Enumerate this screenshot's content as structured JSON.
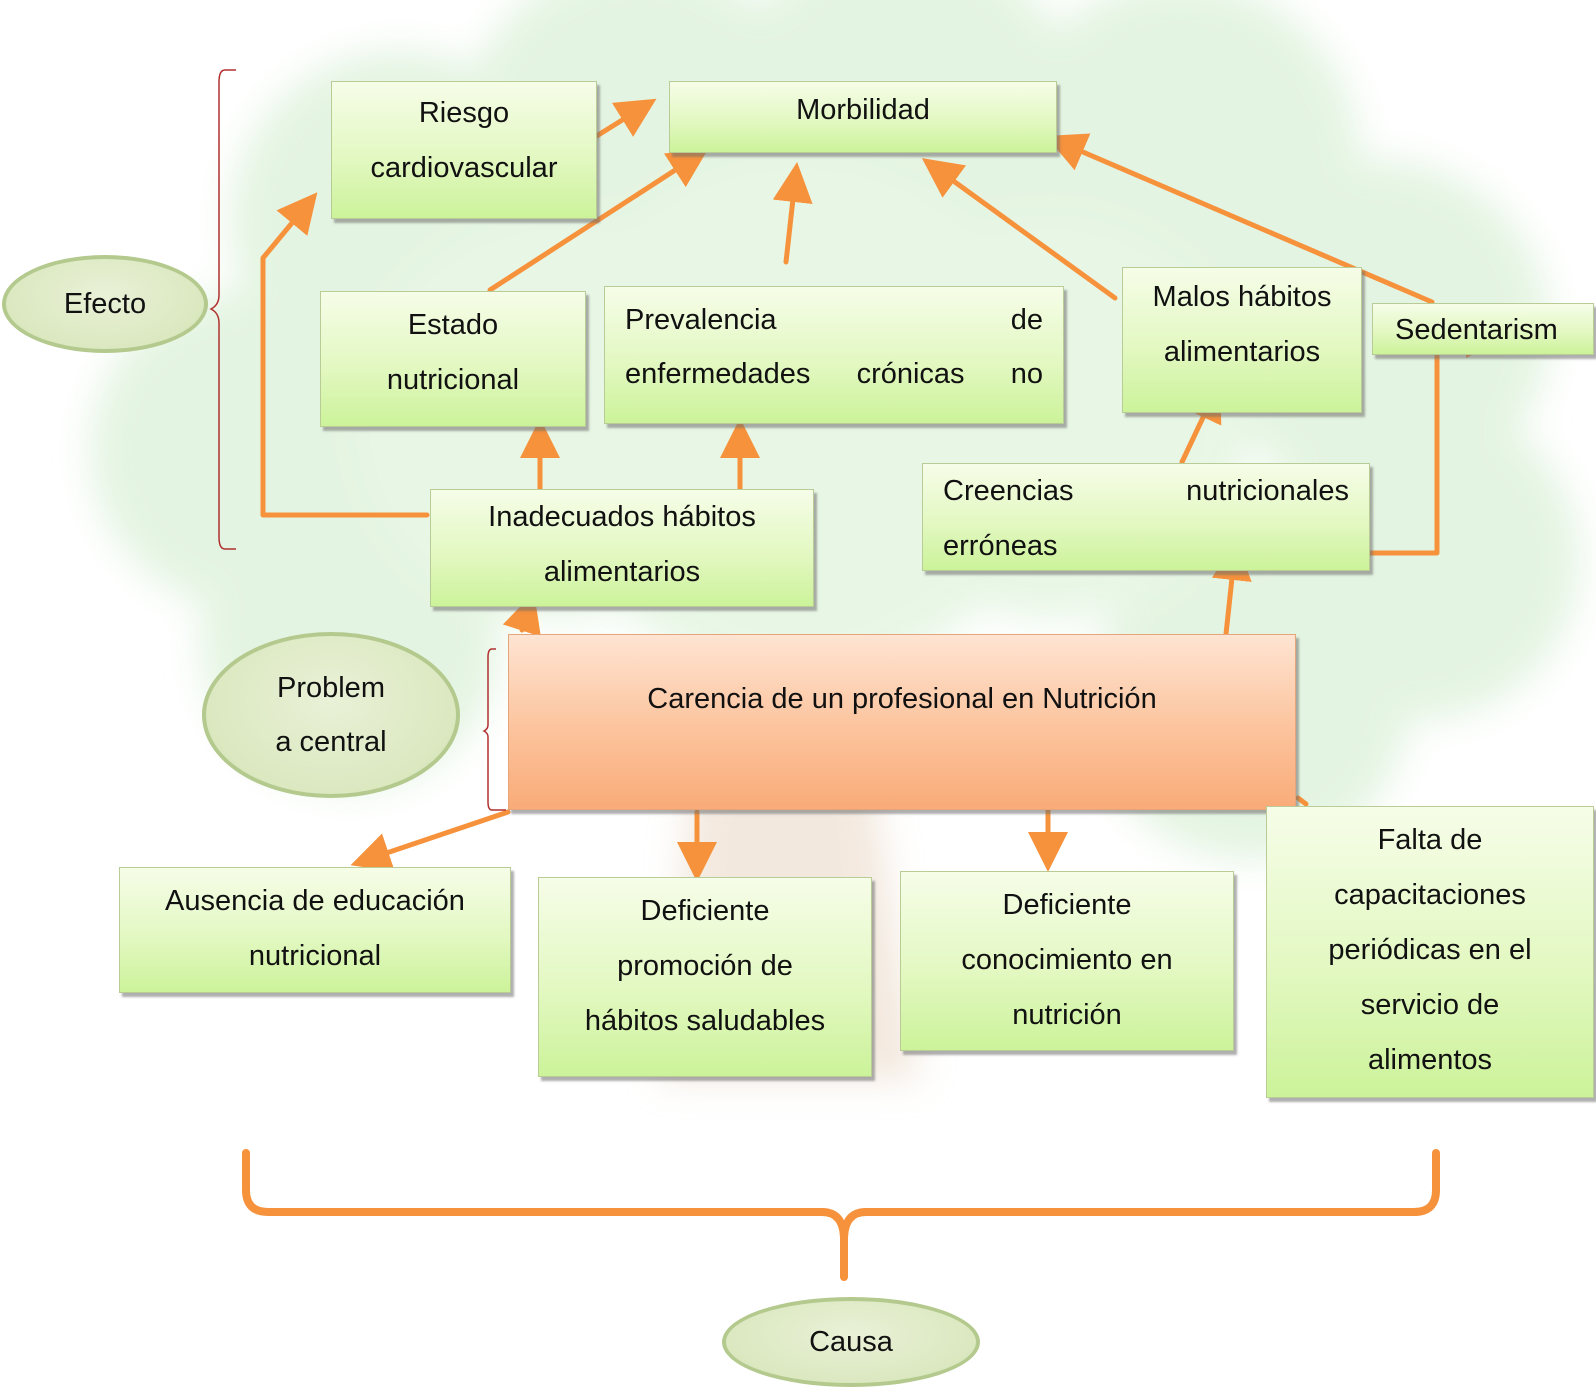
{
  "ovals": {
    "efecto": "Efecto",
    "problema_line1": "Problem",
    "problema_line2": "a central",
    "causa": "Causa"
  },
  "effects": {
    "riesgo_line1": "Riesgo",
    "riesgo_line2": "cardiovascular",
    "morbilidad": "Morbilidad",
    "estado_line1": "Estado",
    "estado_line2": "nutricional",
    "prevalencia_line1": "Prevalencia de",
    "prevalencia_line2": "enfermedades crónicas no",
    "malos_line1": "Malos hábitos",
    "malos_line2": "alimentarios",
    "sedentarismo": "Sedentarism",
    "inadecuados_line1": "Inadecuados hábitos",
    "inadecuados_line2": "alimentarios",
    "creencias_line1": "Creencias nutricionales",
    "creencias_line2": "erróneas"
  },
  "central": "Carencia de un profesional en Nutrición",
  "causes": {
    "ausencia_line1": "Ausencia de educación",
    "ausencia_line2": "nutricional",
    "promocion_line1": "Deficiente",
    "promocion_line2": "promoción de",
    "promocion_line3": "hábitos saludables",
    "conocimiento_line1": "Deficiente",
    "conocimiento_line2": "conocimiento en",
    "conocimiento_line3": "nutrición",
    "capacitaciones_line1": "Falta de",
    "capacitaciones_line2": "capacitaciones",
    "capacitaciones_line3": "periódicas en el",
    "capacitaciones_line4": "servicio de",
    "capacitaciones_line5": "alimentos"
  },
  "colors": {
    "arrow": "#f6923c",
    "box_green": "#dff7bd",
    "central_orange": "#fbbb8f",
    "oval_green": "#dbe8c0",
    "bracket_red": "#b03030"
  }
}
